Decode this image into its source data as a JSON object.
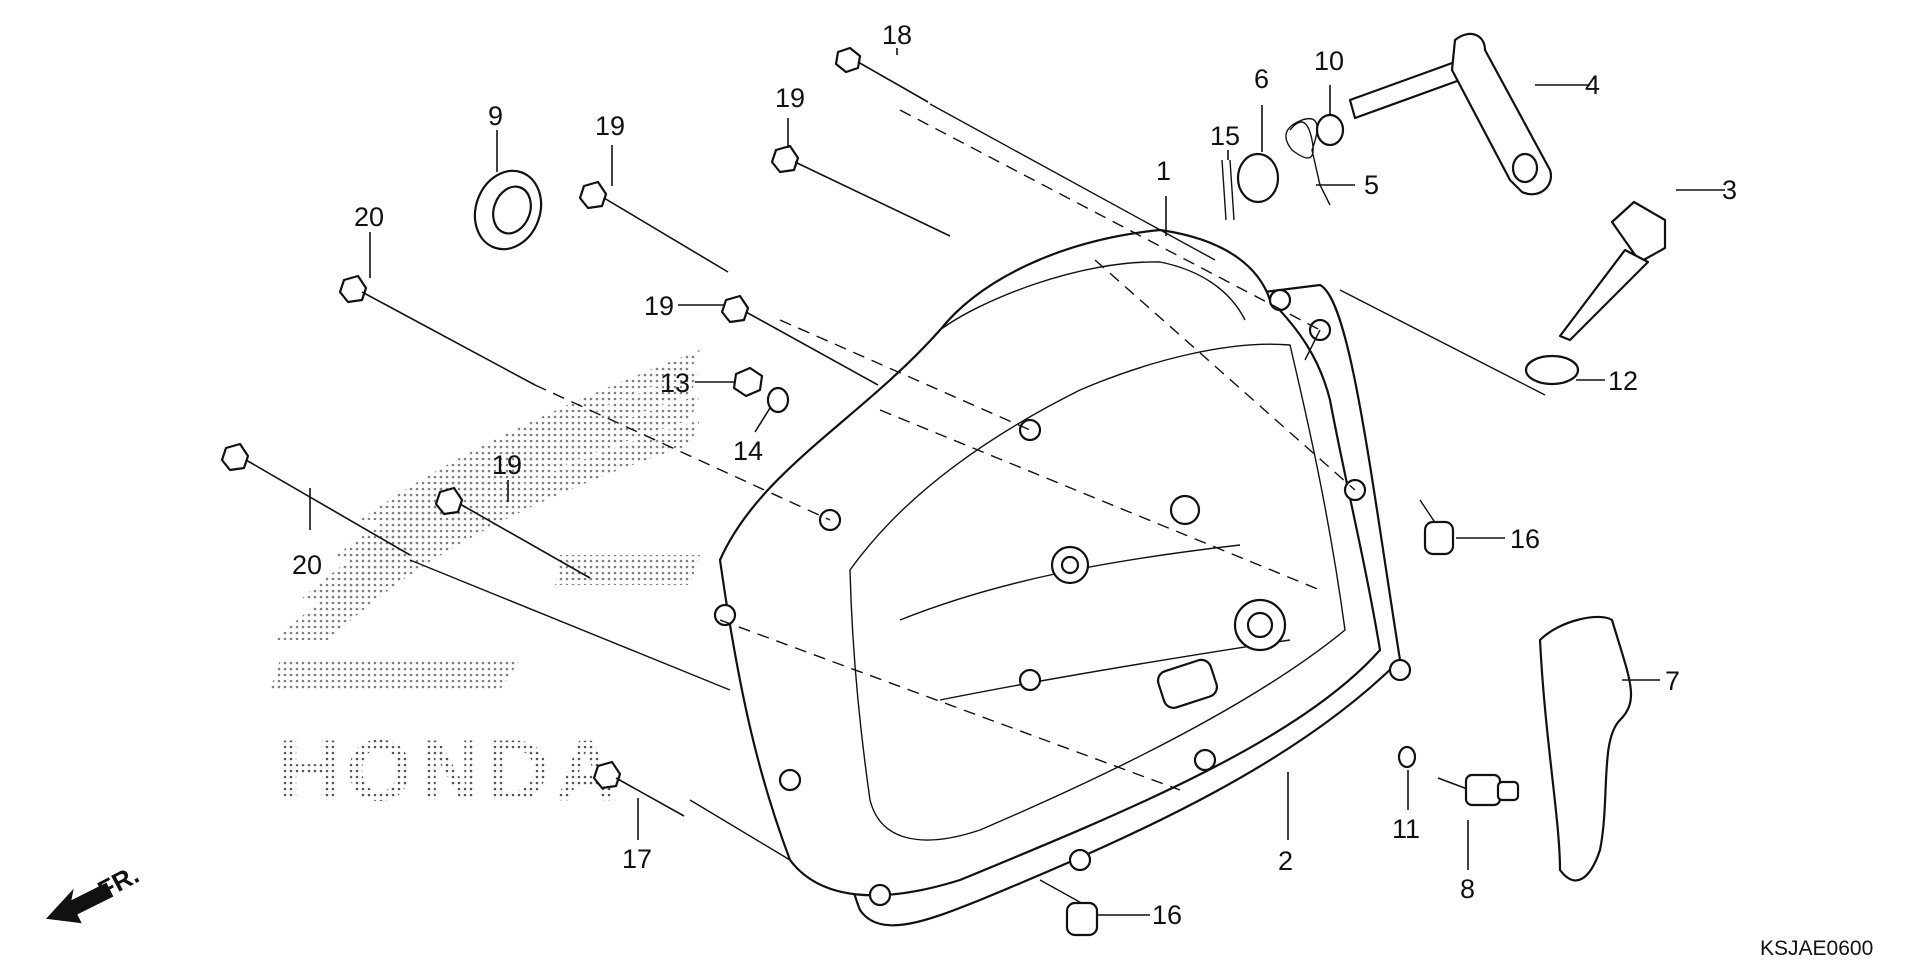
{
  "diagram": {
    "callouts": [
      {
        "id": "c1",
        "label": "1"
      },
      {
        "id": "c2",
        "label": "2"
      },
      {
        "id": "c3",
        "label": "3"
      },
      {
        "id": "c4",
        "label": "4"
      },
      {
        "id": "c5",
        "label": "5"
      },
      {
        "id": "c6",
        "label": "6"
      },
      {
        "id": "c7",
        "label": "7"
      },
      {
        "id": "c8",
        "label": "8"
      },
      {
        "id": "c9",
        "label": "9"
      },
      {
        "id": "c10",
        "label": "10"
      },
      {
        "id": "c11",
        "label": "11"
      },
      {
        "id": "c12",
        "label": "12"
      },
      {
        "id": "c13",
        "label": "13"
      },
      {
        "id": "c14",
        "label": "14"
      },
      {
        "id": "c15",
        "label": "15"
      },
      {
        "id": "c16a",
        "label": "16"
      },
      {
        "id": "c16b",
        "label": "16"
      },
      {
        "id": "c17",
        "label": "17"
      },
      {
        "id": "c18",
        "label": "18"
      },
      {
        "id": "c19a",
        "label": "19"
      },
      {
        "id": "c19b",
        "label": "19"
      },
      {
        "id": "c19c",
        "label": "19"
      },
      {
        "id": "c19d",
        "label": "19"
      },
      {
        "id": "c20a",
        "label": "20"
      },
      {
        "id": "c20b",
        "label": "20"
      }
    ],
    "watermark_text": "HONDA",
    "direction_label": "FR.",
    "drawing_code": "KSJAE0600"
  }
}
